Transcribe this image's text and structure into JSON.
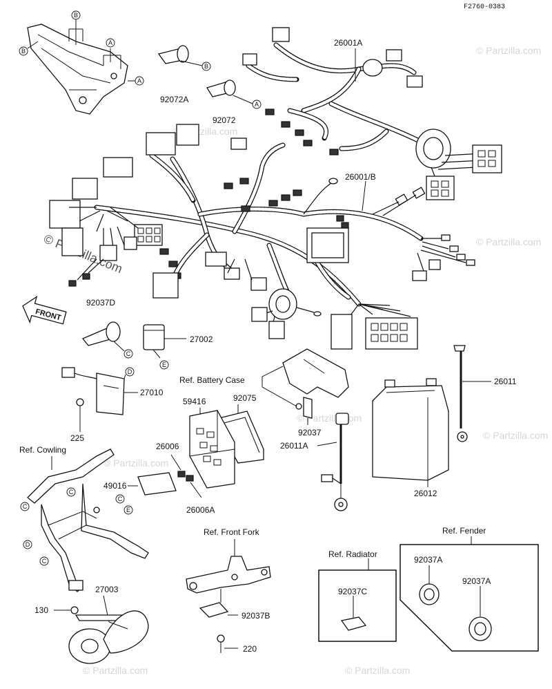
{
  "drawing_code": "F2760-0383",
  "watermark_text": "© Partzilla.com",
  "front_label": "FRONT",
  "letters": {
    "a": "A",
    "b": "B",
    "c": "C",
    "d": "D",
    "e": "E"
  },
  "parts": {
    "p26001A": "26001A",
    "p26001B": "26001/B",
    "p92072A": "92072A",
    "p92072": "92072",
    "p92037D": "92037D",
    "p27002": "27002",
    "p27010": "27010",
    "p225": "225",
    "p59416": "59416",
    "p92075": "92075",
    "p92037": "92037",
    "p26011A": "26011A",
    "p26011": "26011",
    "p26012": "26012",
    "p26006": "26006",
    "p26006A": "26006A",
    "p49016": "49016",
    "p27003": "27003",
    "p130": "130",
    "p92037B": "92037B",
    "p220": "220",
    "p92037C": "92037C",
    "p92037A_1": "92037A",
    "p92037A_2": "92037A"
  },
  "refs": {
    "battery_case": "Ref. Battery Case",
    "cowling": "Ref. Cowling",
    "front_fork": "Ref. Front Fork",
    "radiator": "Ref. Radiator",
    "fender": "Ref. Fender"
  }
}
